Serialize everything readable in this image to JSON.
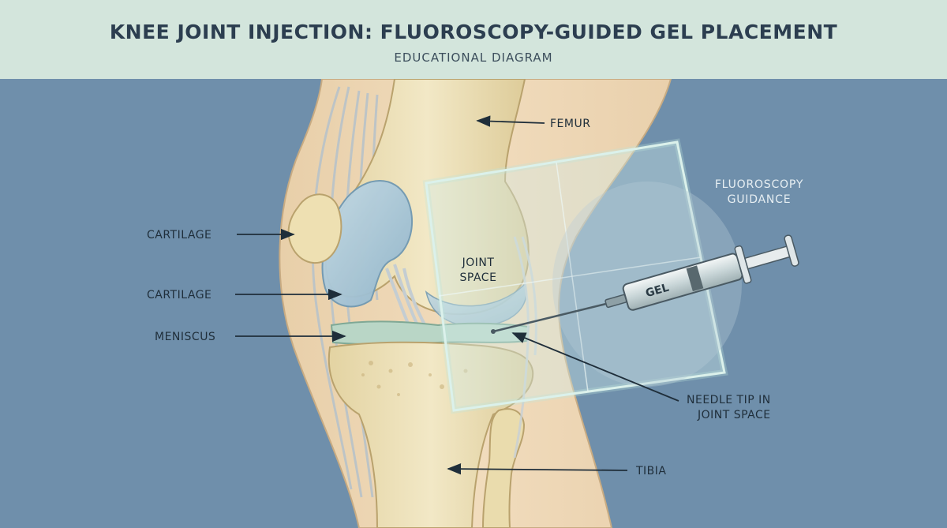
{
  "header": {
    "title": "KNEE JOINT INJECTION: FLUOROSCOPY-GUIDED GEL PLACEMENT",
    "subtitle": "EDUCATIONAL DIAGRAM"
  },
  "labels": {
    "femur": "FEMUR",
    "cartilage_upper": "CARTILAGE",
    "cartilage_lower": "CARTILAGE",
    "meniscus": "MENISCUS",
    "joint_space_line1": "JOINT",
    "joint_space_line2": "SPACE",
    "fluoroscopy_line1": "FLUOROSCOPY",
    "fluoroscopy_line2": "GUIDANCE",
    "syringe": "GEL",
    "needle_tip_line1": "NEEDLE TIP IN",
    "needle_tip_line2": "JOINT SPACE",
    "tibia": "TIBIA"
  },
  "colors": {
    "background": "#6f8fab",
    "header": "#d3e5dc",
    "skin": "#efd9b9",
    "bone": "#ece0b8",
    "cartilage": "#aac8da",
    "meniscus": "#b9d6c6",
    "fluoro_panel": "#cfe8e6"
  }
}
